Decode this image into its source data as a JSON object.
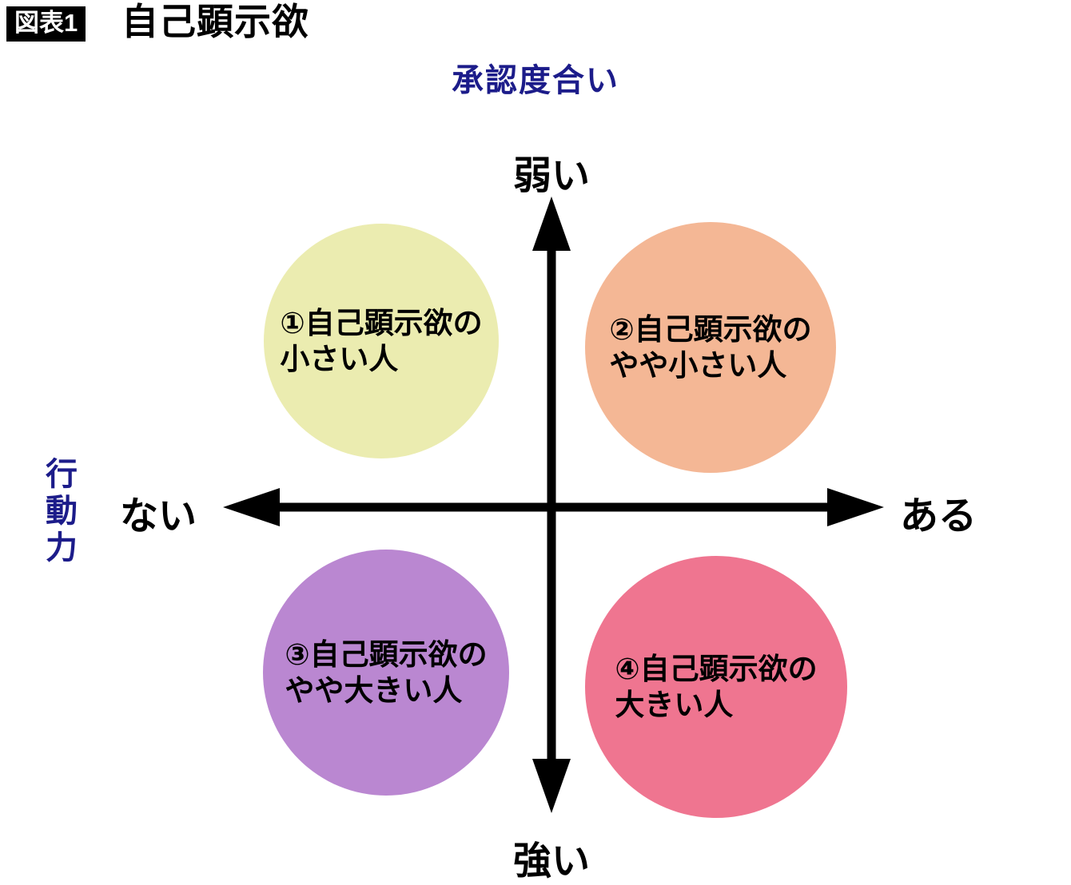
{
  "header": {
    "badge": "図表1",
    "title": "自己顕示欲"
  },
  "axes": {
    "y_title": "承認度合い",
    "y_top_label": "弱い",
    "y_bottom_label": "強い",
    "x_title": "行動力",
    "x_left_label": "ない",
    "x_right_label": "ある"
  },
  "colors": {
    "axis_title_text": "#1c1c8a",
    "arrow": "#000000",
    "quadrant1": "#ebecb0",
    "quadrant2": "#f4b795",
    "quadrant3": "#ba87d1",
    "quadrant4": "#ef7590"
  },
  "quadrants": [
    {
      "id": "1",
      "line1": "①自己顕示欲の",
      "line2": "小さい人"
    },
    {
      "id": "2",
      "line1": "②自己顕示欲の",
      "line2": "やや小さい人"
    },
    {
      "id": "3",
      "line1": "③自己顕示欲の",
      "line2": "やや大きい人"
    },
    {
      "id": "4",
      "line1": "④自己顕示欲の",
      "line2": "大きい人"
    }
  ]
}
